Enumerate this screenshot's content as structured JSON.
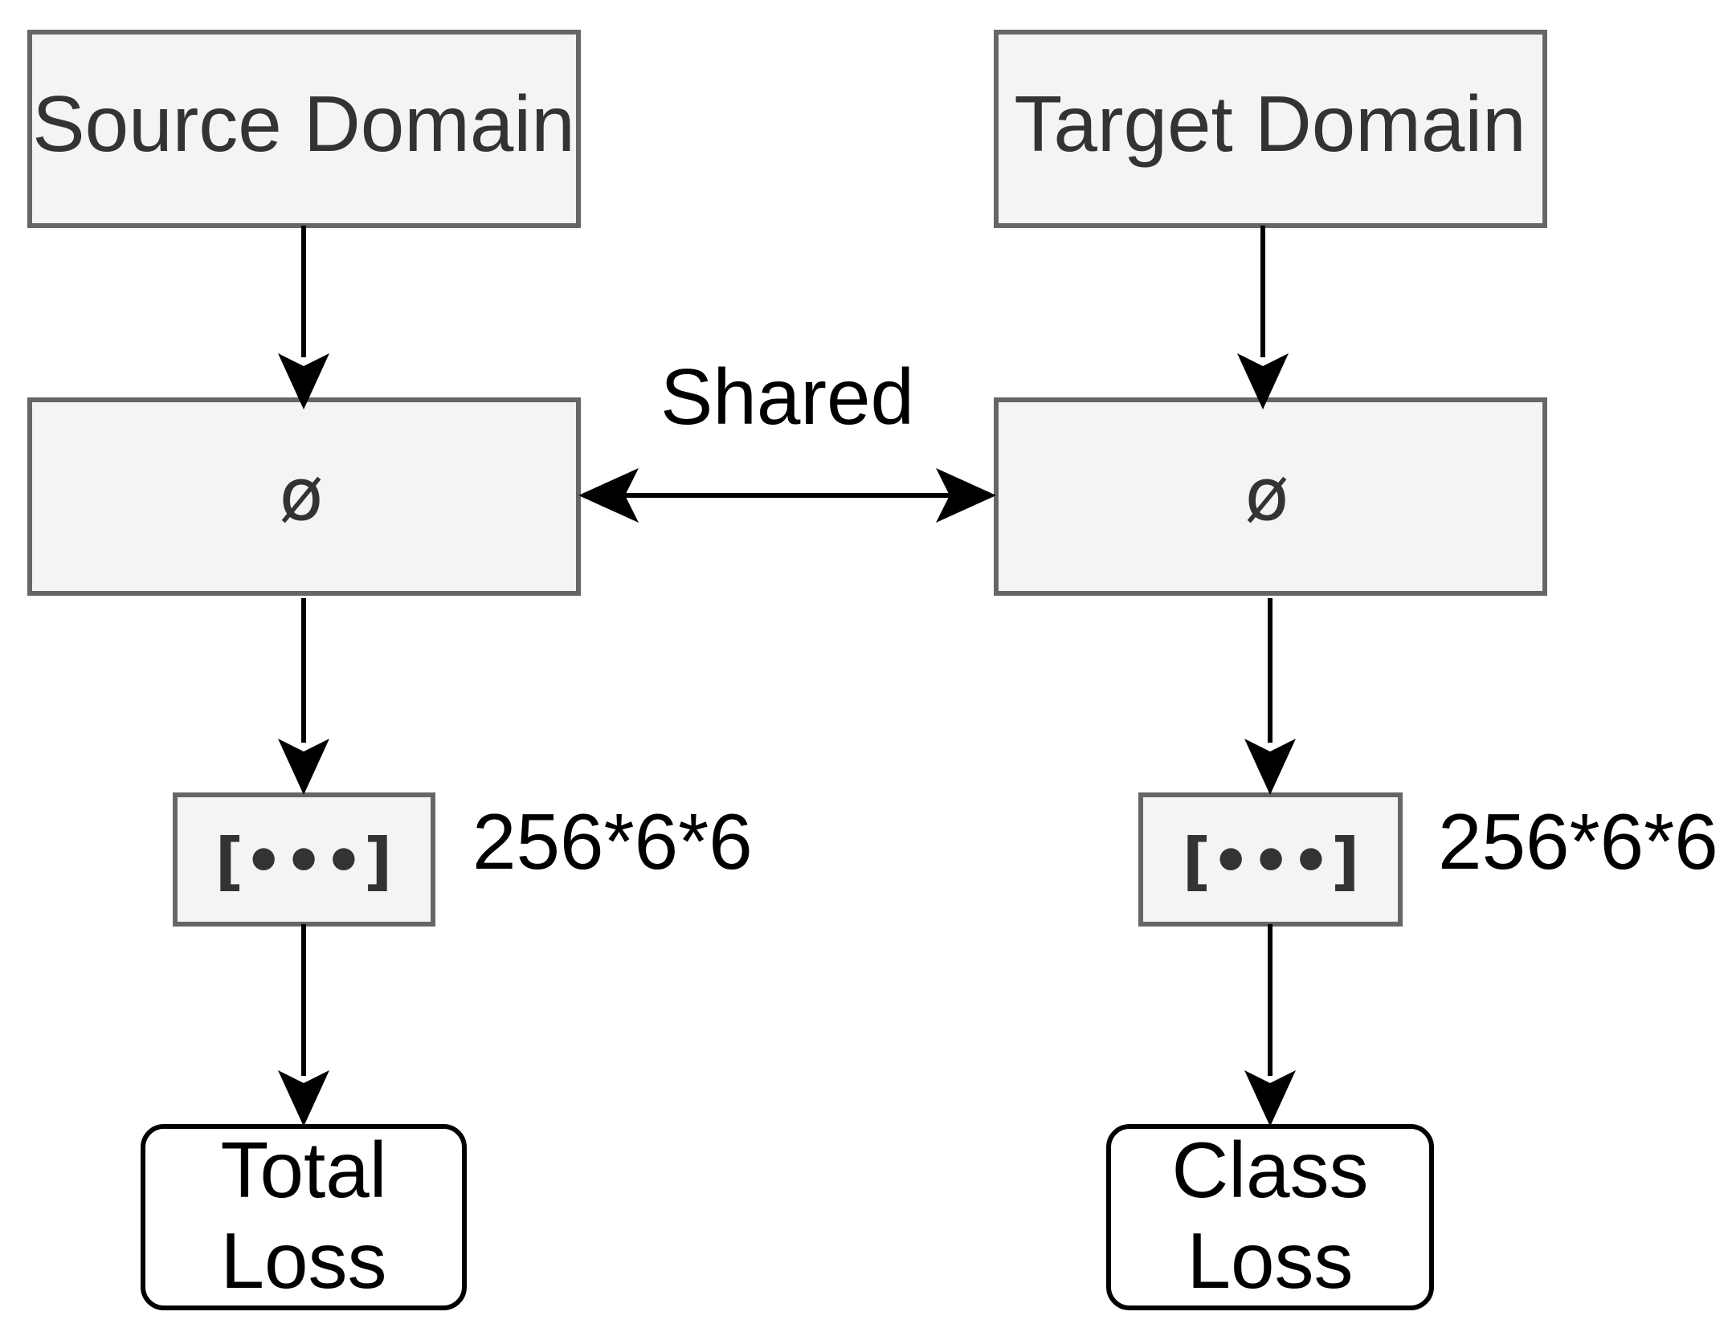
{
  "nodes": {
    "source_domain": "Source Domain",
    "target_domain": "Target Domain",
    "source_encoder": "ø",
    "target_encoder": "ø",
    "source_features": "[•••]",
    "target_features": "[•••]",
    "total_loss_line1": "Total",
    "total_loss_line2": "Loss",
    "class_loss_line1": "Class",
    "class_loss_line2": "Loss"
  },
  "labels": {
    "shared": "Shared",
    "source_feature_dims": "256*6*6",
    "target_feature_dims": "256*6*6"
  },
  "colors": {
    "box_fill": "#f4f4f4",
    "box_stroke": "#666666",
    "text_gray": "#333333",
    "arrow": "#000000"
  }
}
